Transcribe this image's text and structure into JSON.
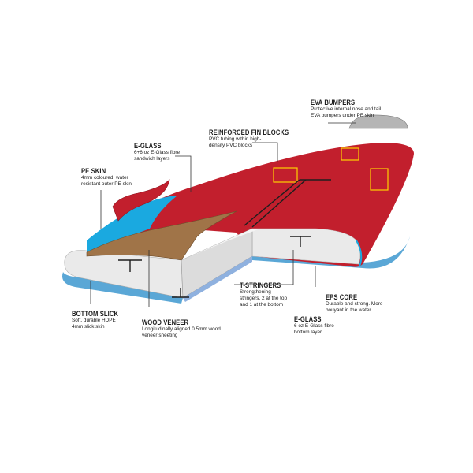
{
  "colors": {
    "pe_skin": "#c21f2d",
    "pe_skin_dark": "#8e1620",
    "e_glass": "#1aa9e0",
    "wood_veneer": "#a07448",
    "eps_core": "#ececec",
    "stringer": "#8fb1df",
    "fin_block": "#ffd200",
    "eva_bumper": "#b5b5b5"
  },
  "labels": [
    {
      "id": "eva-bumpers",
      "title": "EVA BUMPERS",
      "desc": "Protective internal nose and tail\nEVA bumpers under PE skin"
    },
    {
      "id": "reinforced-fin-blocks",
      "title": "REINFORCED FIN BLOCKS",
      "desc": "PVC tubing within high-\ndensity PVC blocks"
    },
    {
      "id": "e-glass-top",
      "title": "E-GLASS",
      "desc": "6+6 oz E-Glass fibre\nsandwich layers"
    },
    {
      "id": "pe-skin",
      "title": "PE SKIN",
      "desc": "4mm coloured, water\nresistant outer PE skin"
    },
    {
      "id": "bottom-slick",
      "title": "BOTTOM SLICK",
      "desc": "Soft, durable HDPE\n4mm slick skin"
    },
    {
      "id": "wood-veneer",
      "title": "WOOD VENEER",
      "desc": "Longitudinally aligned 0.5mm wood\nveneer sheeting"
    },
    {
      "id": "t-stringers",
      "title": "T-STRINGERS",
      "desc": "Strengthening\nstringers, 2 at the top\nand 1 at the bottom"
    },
    {
      "id": "eps-core",
      "title": "EPS CORE",
      "desc": "Durable and strong. More\nbouyant in the water."
    },
    {
      "id": "e-glass-bottom",
      "title": "E-GLASS",
      "desc": "6 oz E-Glass fibre\nbottom layer"
    }
  ]
}
